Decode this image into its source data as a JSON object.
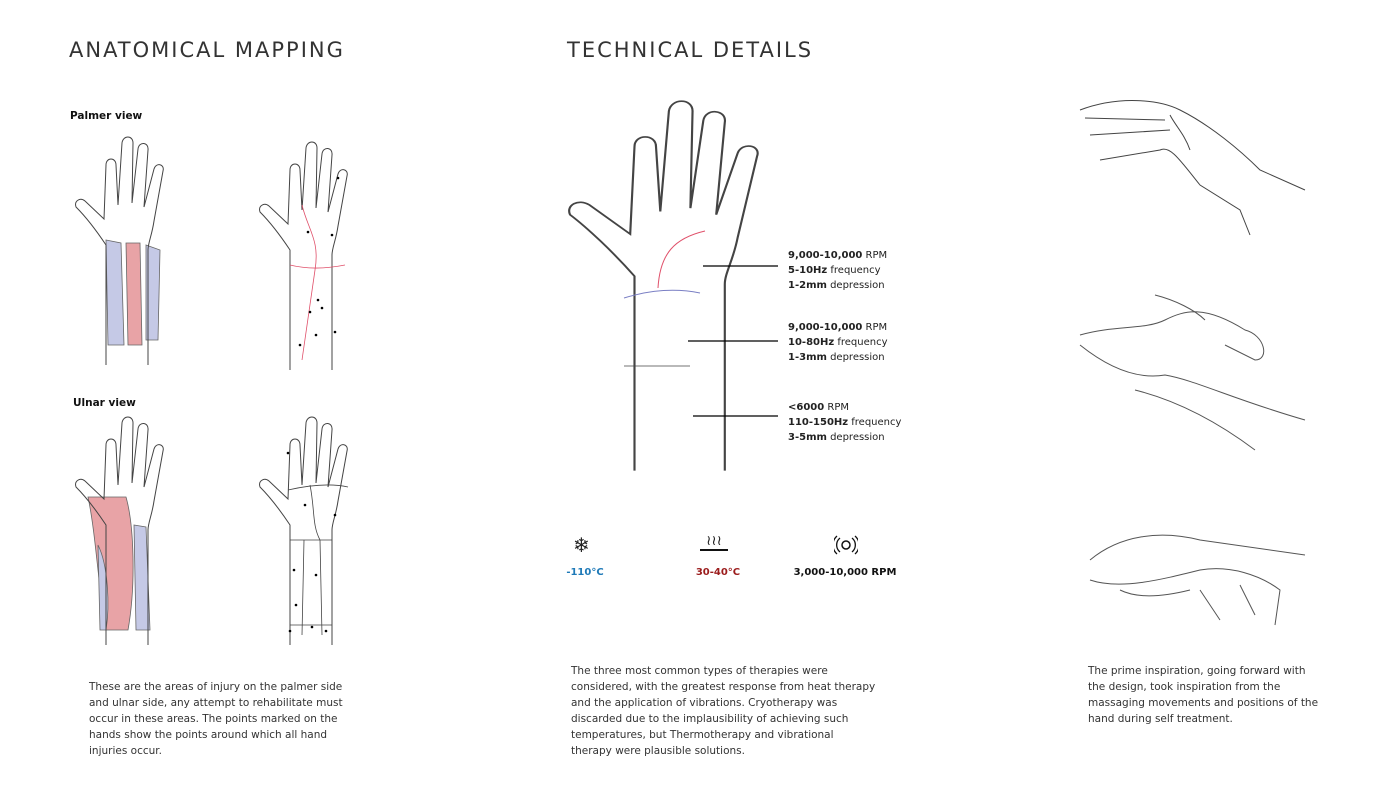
{
  "sections": {
    "anatomical": {
      "title": "ANATOMICAL MAPPING",
      "palmer_label": "Palmer view",
      "ulnar_label": "Ulnar view",
      "description": "These are the areas of injury on the palmer side and ulnar side, any attempt to rehabilitate must occur in these areas. The points marked on the hands show the points around which all hand injuries occur."
    },
    "technical": {
      "title": "TECHNICAL DETAILS",
      "specs": [
        {
          "rpm_value": "9,000-10,000",
          "rpm_unit": " RPM",
          "freq_value": "5-10Hz",
          "freq_unit": " frequency",
          "dep_value": "1-2mm",
          "dep_unit": " depression"
        },
        {
          "rpm_value": "9,000-10,000",
          "rpm_unit": " RPM",
          "freq_value": "10-80Hz",
          "freq_unit": " frequency",
          "dep_value": "1-3mm",
          "dep_unit": " depression"
        },
        {
          "rpm_value": "<6000",
          "rpm_unit": " RPM",
          "freq_value": "110-150Hz",
          "freq_unit": " frequency",
          "dep_value": "3-5mm",
          "dep_unit": " depression"
        }
      ],
      "therapies": [
        {
          "icon": "snowflake-icon",
          "value": "-110°C",
          "color": "#1f7ab8"
        },
        {
          "icon": "heat-icon",
          "value": "30-40°C",
          "color": "#9b1c1c"
        },
        {
          "icon": "vibration-icon",
          "value": "3,000-10,000 RPM",
          "color": "#111111"
        }
      ],
      "description": "The three most common types of therapies were considered, with the greatest response from heat therapy and the application of vibrations. Cryotherapy was discarded due to the implausibility of achieving such temperatures, but Thermotherapy and vibrational therapy were plausible solutions."
    },
    "inspiration": {
      "description": "The prime inspiration, going forward with the design, took inspiration from the massaging movements and positions of the hand during self treatment."
    }
  },
  "colors": {
    "injury_red": "#e8a3a6",
    "injury_blue": "#c5c9e6",
    "line_red": "#e0506a",
    "line_blue": "#7a7fc4"
  }
}
